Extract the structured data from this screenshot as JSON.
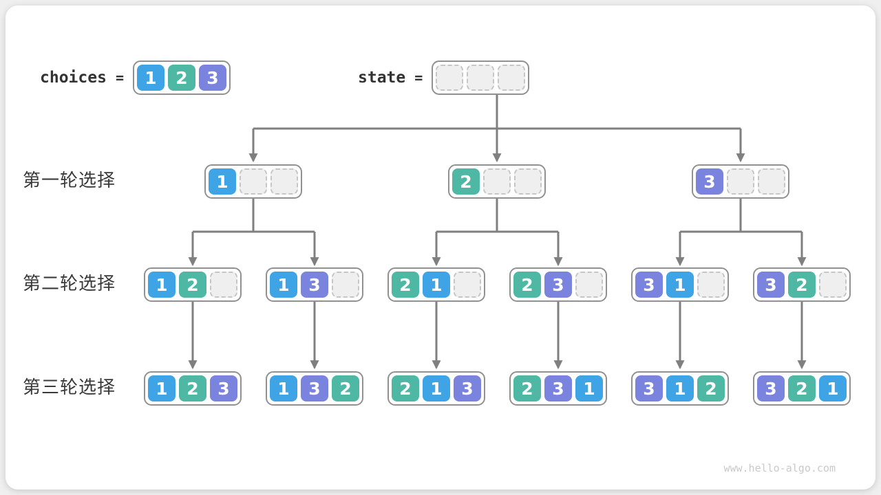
{
  "palette": {
    "value_colors": {
      "1": "#3fa4e6",
      "2": "#4eb8a5",
      "3": "#7a84df"
    },
    "empty_fill": "#efefef",
    "empty_border": "#c6c6c6",
    "box_border": "#919191",
    "line_color": "#7f7f7f",
    "label_color": "#3a3a3a"
  },
  "header": {
    "choices_label": "choices",
    "equals": "=",
    "choices_values": [
      1,
      2,
      3
    ],
    "state_label": "state",
    "state_values": [
      null,
      null,
      null
    ]
  },
  "rows": [
    {
      "label": "第一轮选择",
      "nodes": [
        [
          1,
          null,
          null
        ],
        [
          2,
          null,
          null
        ],
        [
          3,
          null,
          null
        ]
      ]
    },
    {
      "label": "第二轮选择",
      "nodes": [
        [
          1,
          2,
          null
        ],
        [
          1,
          3,
          null
        ],
        [
          2,
          1,
          null
        ],
        [
          2,
          3,
          null
        ],
        [
          3,
          1,
          null
        ],
        [
          3,
          2,
          null
        ]
      ]
    },
    {
      "label": "第三轮选择",
      "nodes": [
        [
          1,
          2,
          3
        ],
        [
          1,
          3,
          2
        ],
        [
          2,
          1,
          3
        ],
        [
          2,
          3,
          1
        ],
        [
          3,
          1,
          2
        ],
        [
          3,
          2,
          1
        ]
      ]
    }
  ],
  "watermark": "www.hello-algo.com"
}
